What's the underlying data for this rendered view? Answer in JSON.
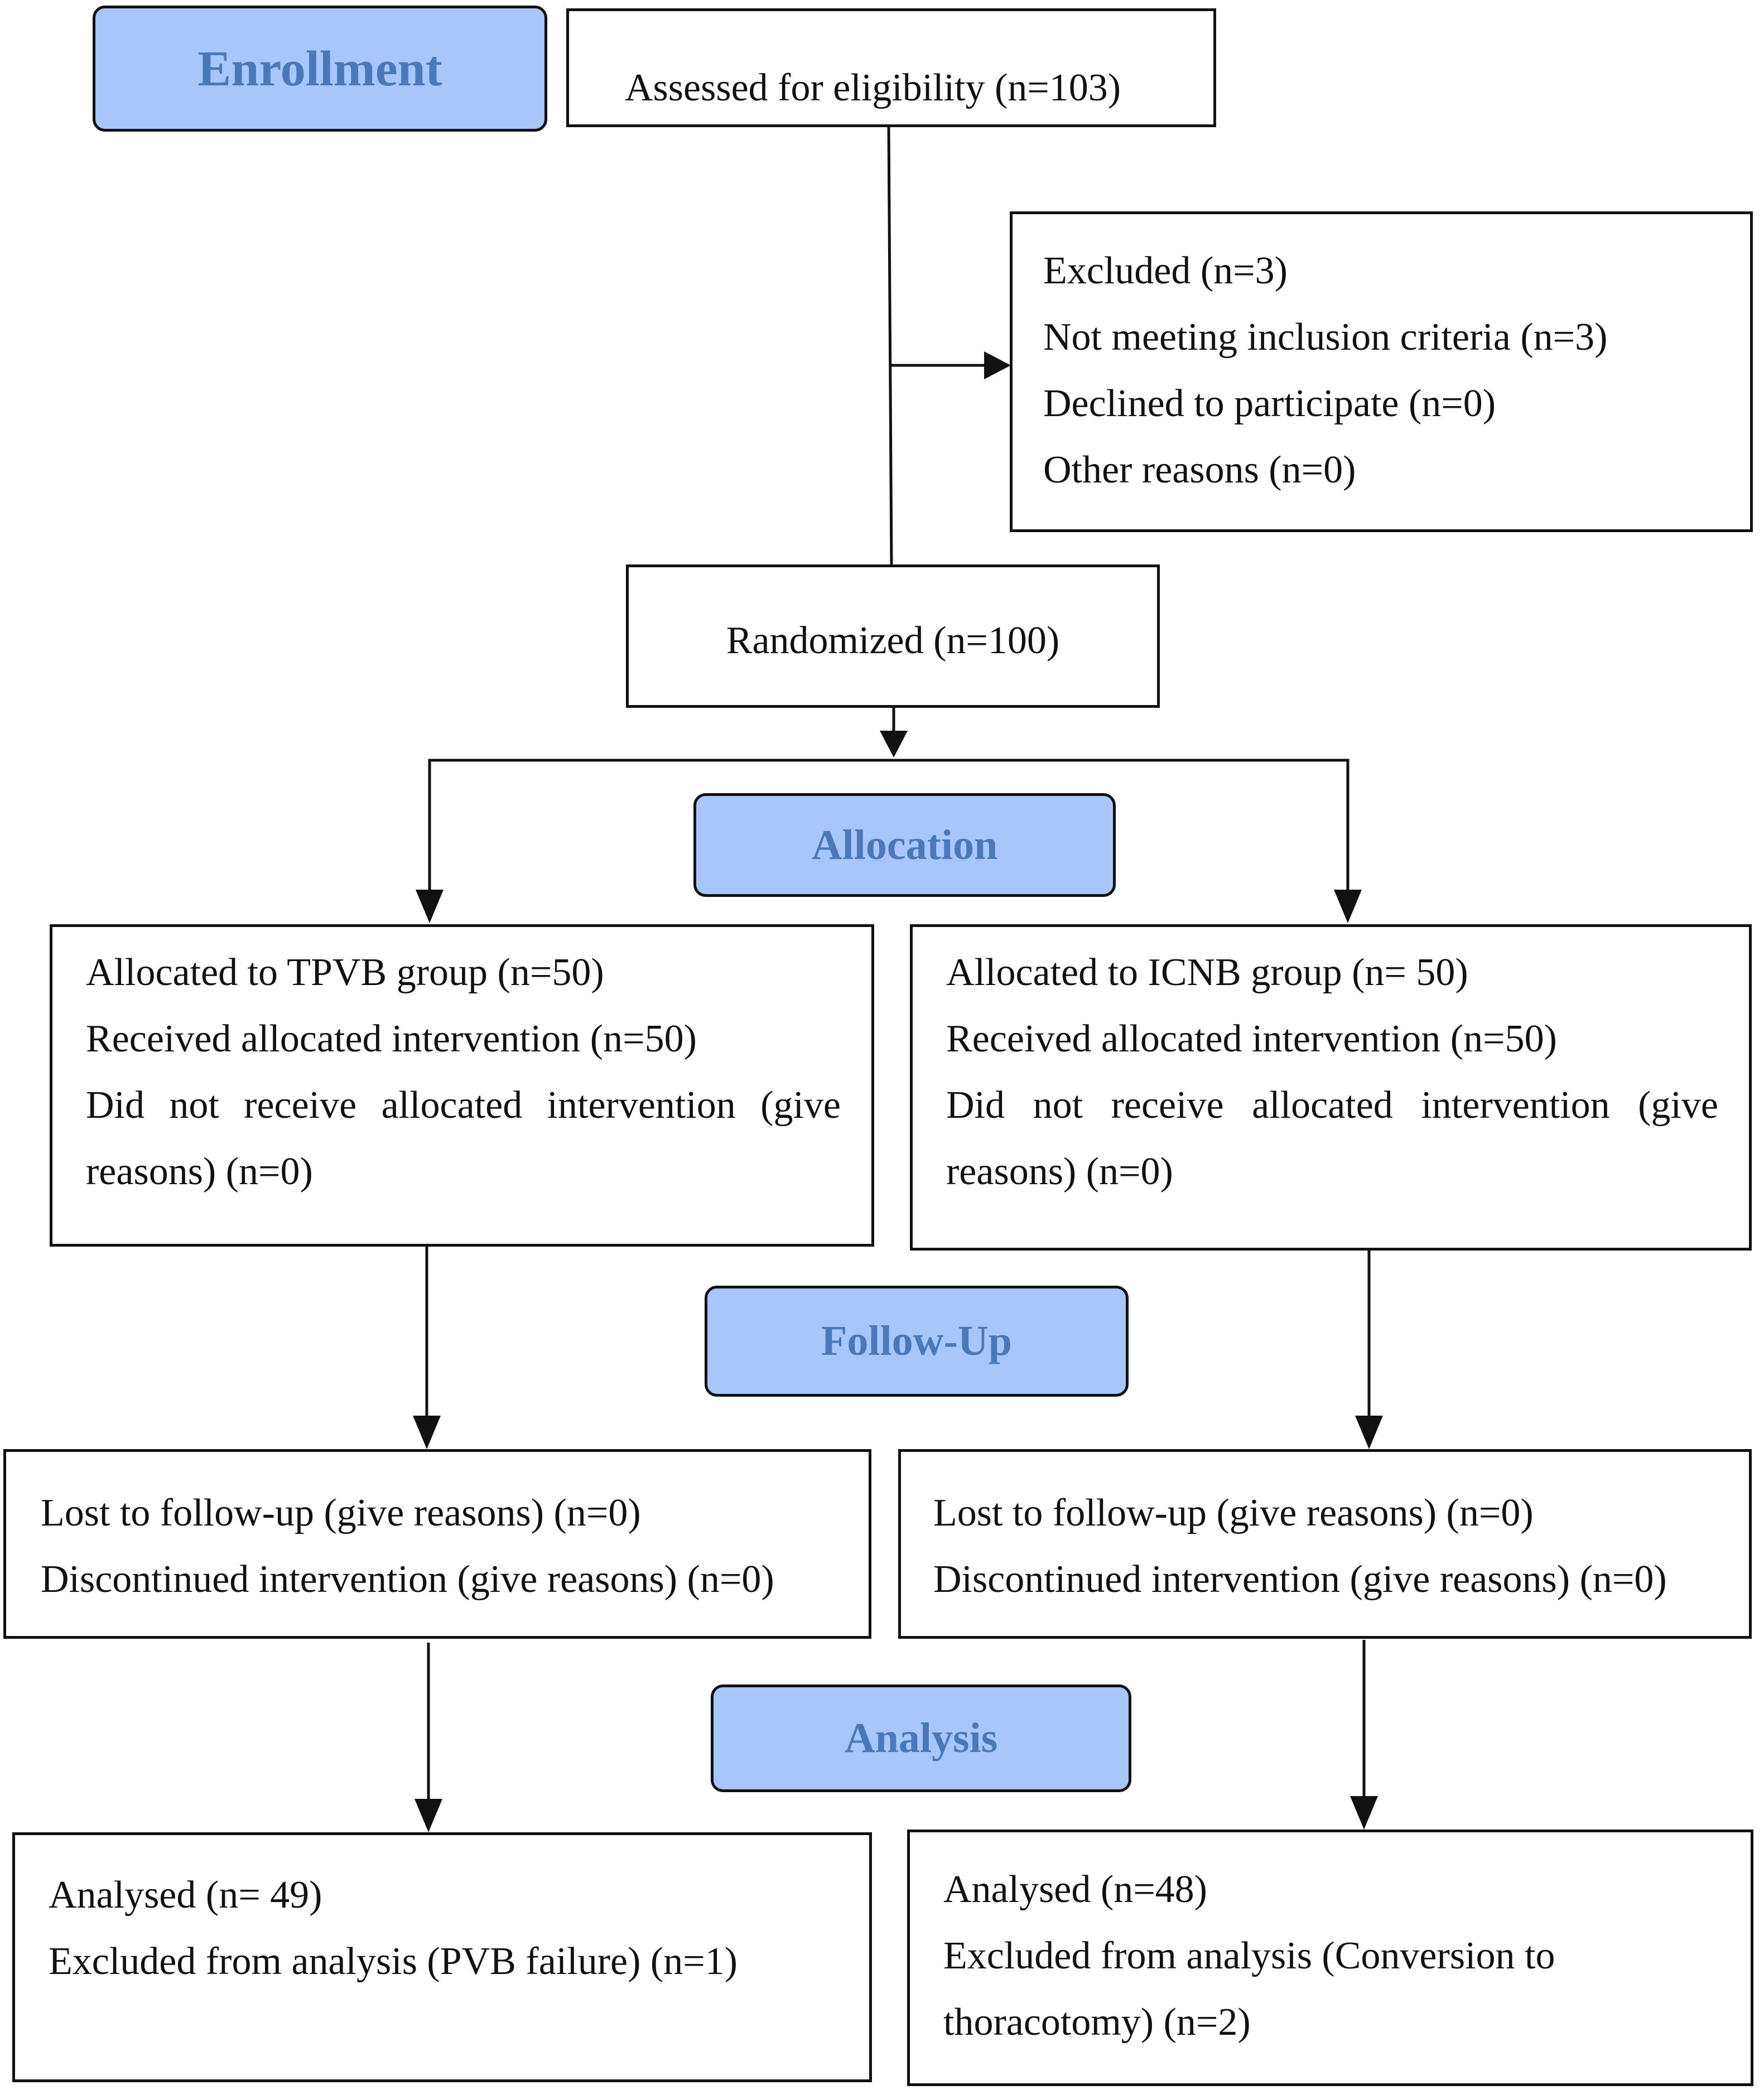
{
  "stages": {
    "enrollment": "Enrollment",
    "allocation": "Allocation",
    "follow_up": "Follow-Up",
    "analysis": "Analysis"
  },
  "enrollment": {
    "assessed": "Assessed for eligibility (n=103)",
    "excluded": [
      "Excluded (n=3)",
      "Not meeting inclusion criteria (n=3)",
      "Declined to participate (n=0)",
      "Other reasons (n=0)"
    ],
    "randomized": "Randomized (n=100)"
  },
  "allocation": {
    "tpvb": [
      "Allocated to TPVB group (n=50)",
      "Received allocated intervention (n=50)",
      "Did not receive allocated intervention (give",
      "reasons) (n=0)"
    ],
    "icnb": [
      "Allocated to ICNB group (n= 50)",
      "Received allocated intervention (n=50)",
      "Did not receive allocated intervention (give",
      "reasons) (n=0)"
    ]
  },
  "follow_up": {
    "tpvb": [
      "Lost to follow-up (give reasons) (n=0)",
      "Discontinued intervention (give reasons) (n=0)"
    ],
    "icnb": [
      "Lost to follow-up (give reasons) (n=0)",
      "Discontinued intervention (give reasons) (n=0)"
    ]
  },
  "analysis": {
    "tpvb": [
      "Analysed (n= 49)",
      "Excluded from analysis (PVB failure) (n=1)"
    ],
    "icnb": [
      "Analysed (n=48)",
      "Excluded from analysis (Conversion to",
      "thoracotomy) (n=2)"
    ]
  },
  "colors": {
    "stage_fill": "#a9c6fa",
    "stage_text": "#4a78b8",
    "line": "#111111"
  }
}
